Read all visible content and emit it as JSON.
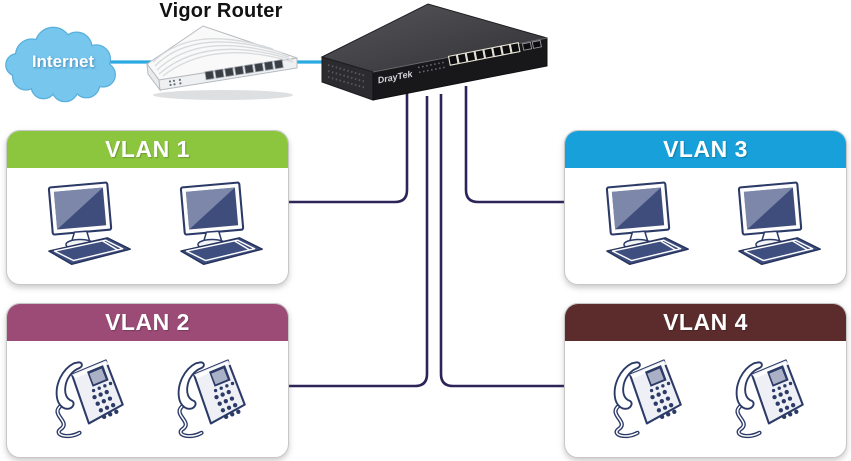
{
  "internet": {
    "label": "Internet",
    "cloud_color": "#76C6EE"
  },
  "router": {
    "label": "Vigor Router"
  },
  "switch": {
    "brand": "DrayTek",
    "ports_visible": 8
  },
  "vlans": [
    {
      "label": "VLAN 1",
      "header_color": "#8CC63E",
      "device": "computer",
      "device_count": 2,
      "icon_ref": "#icon-computer"
    },
    {
      "label": "VLAN 2",
      "header_color": "#9B4B76",
      "device": "ip-phone",
      "device_count": 2,
      "icon_ref": "#icon-phone"
    },
    {
      "label": "VLAN 3",
      "header_color": "#18A0DB",
      "device": "computer",
      "device_count": 2,
      "icon_ref": "#icon-computer"
    },
    {
      "label": "VLAN 4",
      "header_color": "#5C2C2C",
      "device": "ip-phone",
      "device_count": 2,
      "icon_ref": "#icon-phone"
    }
  ],
  "links": {
    "internet_link_color": "#29ABE2",
    "vlan_link_color": "#2B2559",
    "connections": [
      {
        "from": "Internet",
        "to": "Vigor Router"
      },
      {
        "from": "Vigor Router",
        "to": "DrayTek switch"
      },
      {
        "from": "DrayTek switch",
        "to": "VLAN 1"
      },
      {
        "from": "DrayTek switch",
        "to": "VLAN 2"
      },
      {
        "from": "DrayTek switch",
        "to": "VLAN 3"
      },
      {
        "from": "DrayTek switch",
        "to": "VLAN 4"
      }
    ]
  }
}
